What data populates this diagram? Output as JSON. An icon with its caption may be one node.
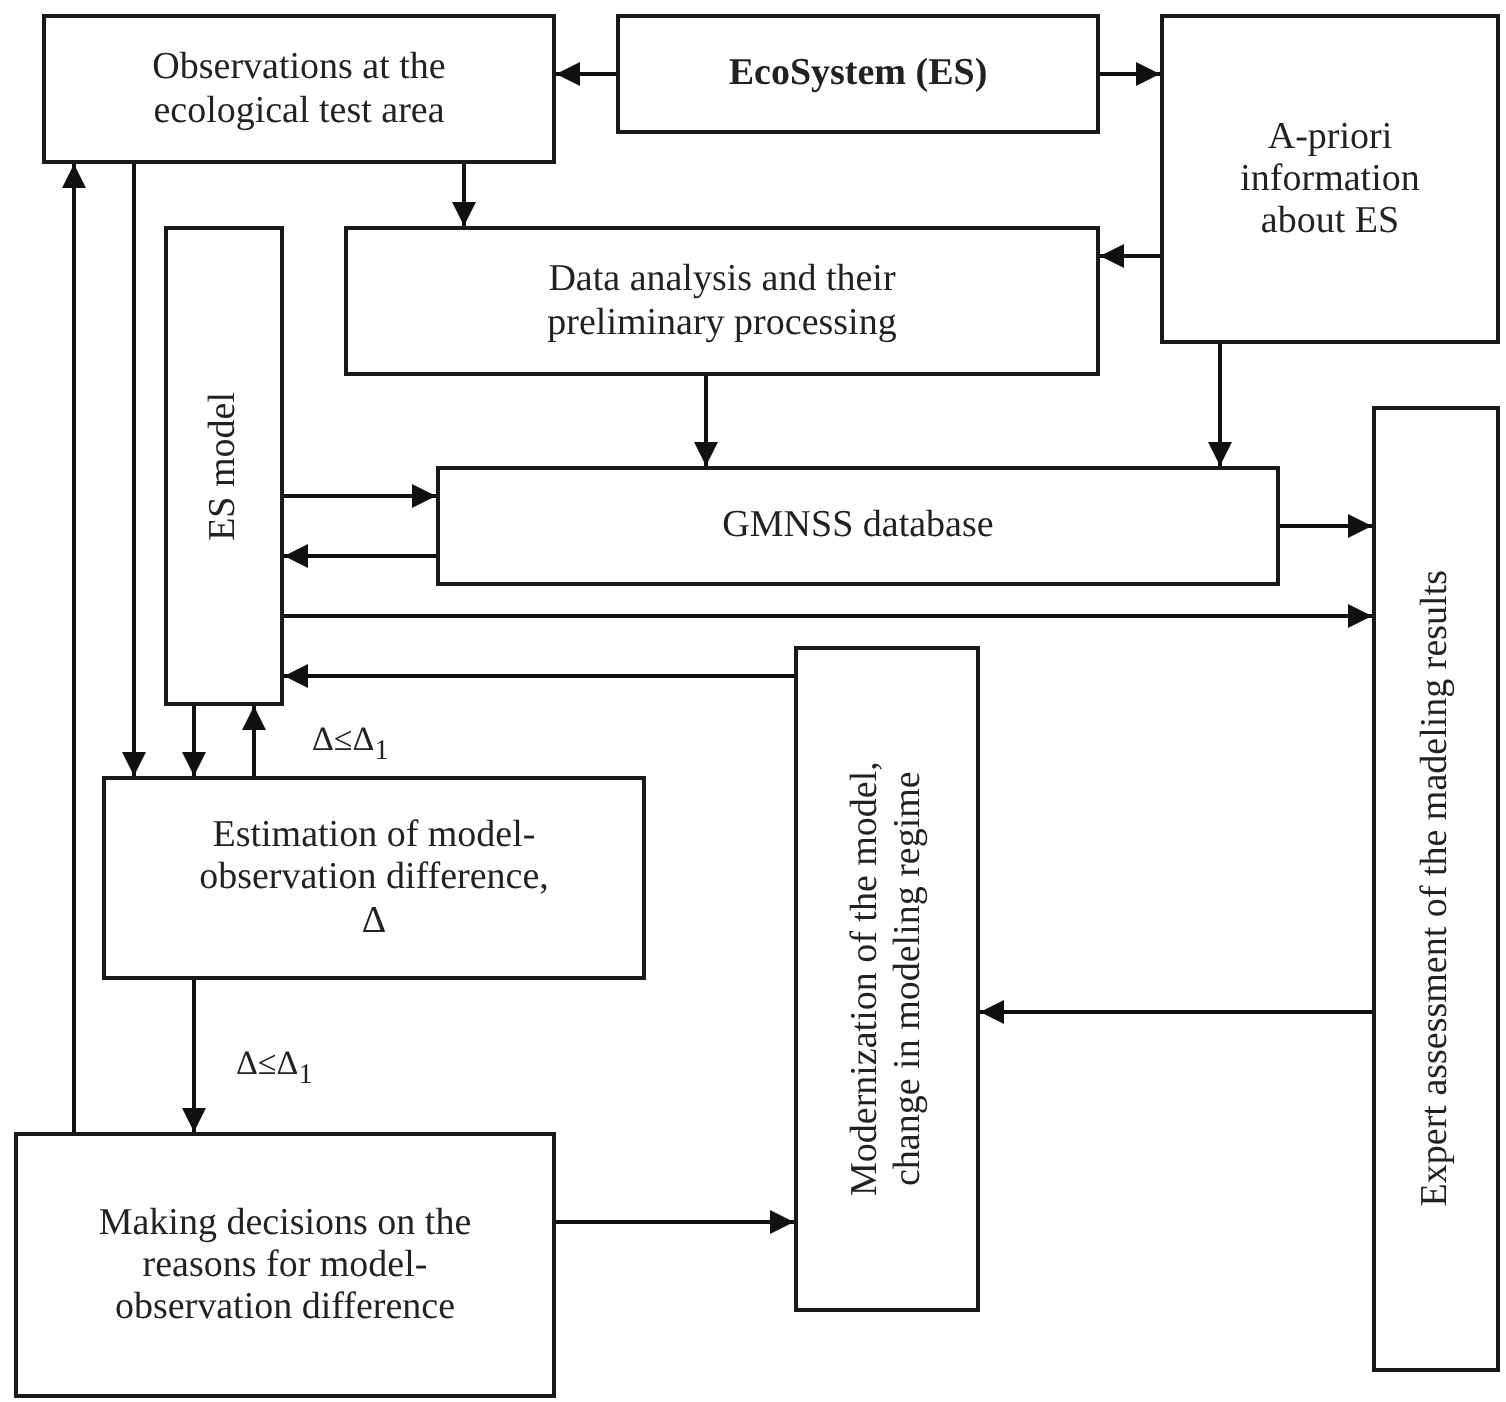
{
  "diagram": {
    "nodes": [
      {
        "text": [
          "Observations at the ecological test area"
        ]
      },
      {
        "text": [
          "EcoSystem (ES)"
        ]
      },
      {
        "text": [
          "A-priori information about ES"
        ]
      },
      {
        "text": [
          "Data analysis and their preliminary processing"
        ]
      },
      {
        "text": [
          "ES model"
        ]
      },
      {
        "text": [
          "GMNSS database"
        ]
      },
      {
        "text": [
          "Expert assessment of the madeling results"
        ]
      },
      {
        "text": [
          "Modernization of the model, change in modeling regime"
        ]
      },
      {
        "text": [
          "Estimation of model-observation difference, Δ"
        ]
      },
      {
        "text": [
          "Making decisions on the reasons for model- observation difference"
        ]
      }
    ],
    "edges": [
      {
        "from": 1,
        "to": 0,
        "arrow": "to"
      },
      {
        "from": 1,
        "to": 2,
        "arrow": "to"
      },
      {
        "from": 0,
        "to": 3,
        "arrow": "to"
      },
      {
        "from": 2,
        "to": 3,
        "arrow": "to"
      },
      {
        "from": 3,
        "to": 5,
        "arrow": "to"
      },
      {
        "from": 2,
        "to": 5,
        "arrow": "to"
      },
      {
        "from": 4,
        "to": 5,
        "arrow": "to"
      },
      {
        "from": 5,
        "to": 4,
        "arrow": "to"
      },
      {
        "from": 5,
        "to": 6,
        "arrow": "to"
      },
      {
        "from": 4,
        "to": 6,
        "arrow": "to"
      },
      {
        "from": 7,
        "to": 4,
        "arrow": "to"
      },
      {
        "from": 0,
        "to": 8,
        "arrow": "to"
      },
      {
        "from": 4,
        "to": 8,
        "arrow": "to"
      },
      {
        "from": 8,
        "to": 4,
        "arrow": "to",
        "label": "Δ≤Δ$_{1}$"
      },
      {
        "from": 8,
        "to": 9,
        "arrow": "to",
        "label": "Δ≤Δ$_{1}$"
      },
      {
        "from": 9,
        "to": 0,
        "arrow": "to"
      },
      {
        "from": 9,
        "to": 7,
        "arrow": "to"
      },
      {
        "from": 6,
        "to": 7,
        "arrow": "to"
      }
    ]
  }
}
